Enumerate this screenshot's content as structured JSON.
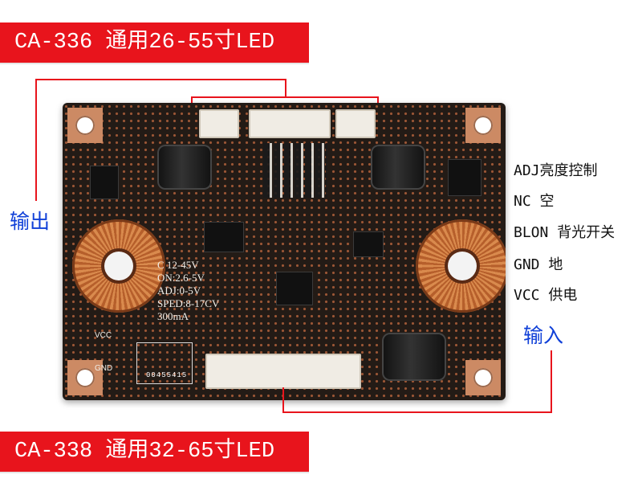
{
  "banners": {
    "top": "CA-336 通用26-55寸LED",
    "bottom": "CA-338 通用32-65寸LED"
  },
  "annotations": {
    "output": "输出",
    "input": "输入"
  },
  "pin_labels": [
    "ADJ亮度控制",
    "NC 空",
    "BLON 背光开关",
    "GND 地",
    "VCC 供电"
  ],
  "board": {
    "spec_lines": [
      "C 12-45V",
      "ON:2.6-5V",
      "ADJ:0-5V",
      "SPED:8-17CV",
      "300mA"
    ],
    "silk_vcc": "VCC",
    "silk_gnd": "GND",
    "serial": "00455415"
  },
  "colors": {
    "banner": "#e8141c",
    "annotation": "#1040d8",
    "pcb": "#231b16"
  }
}
